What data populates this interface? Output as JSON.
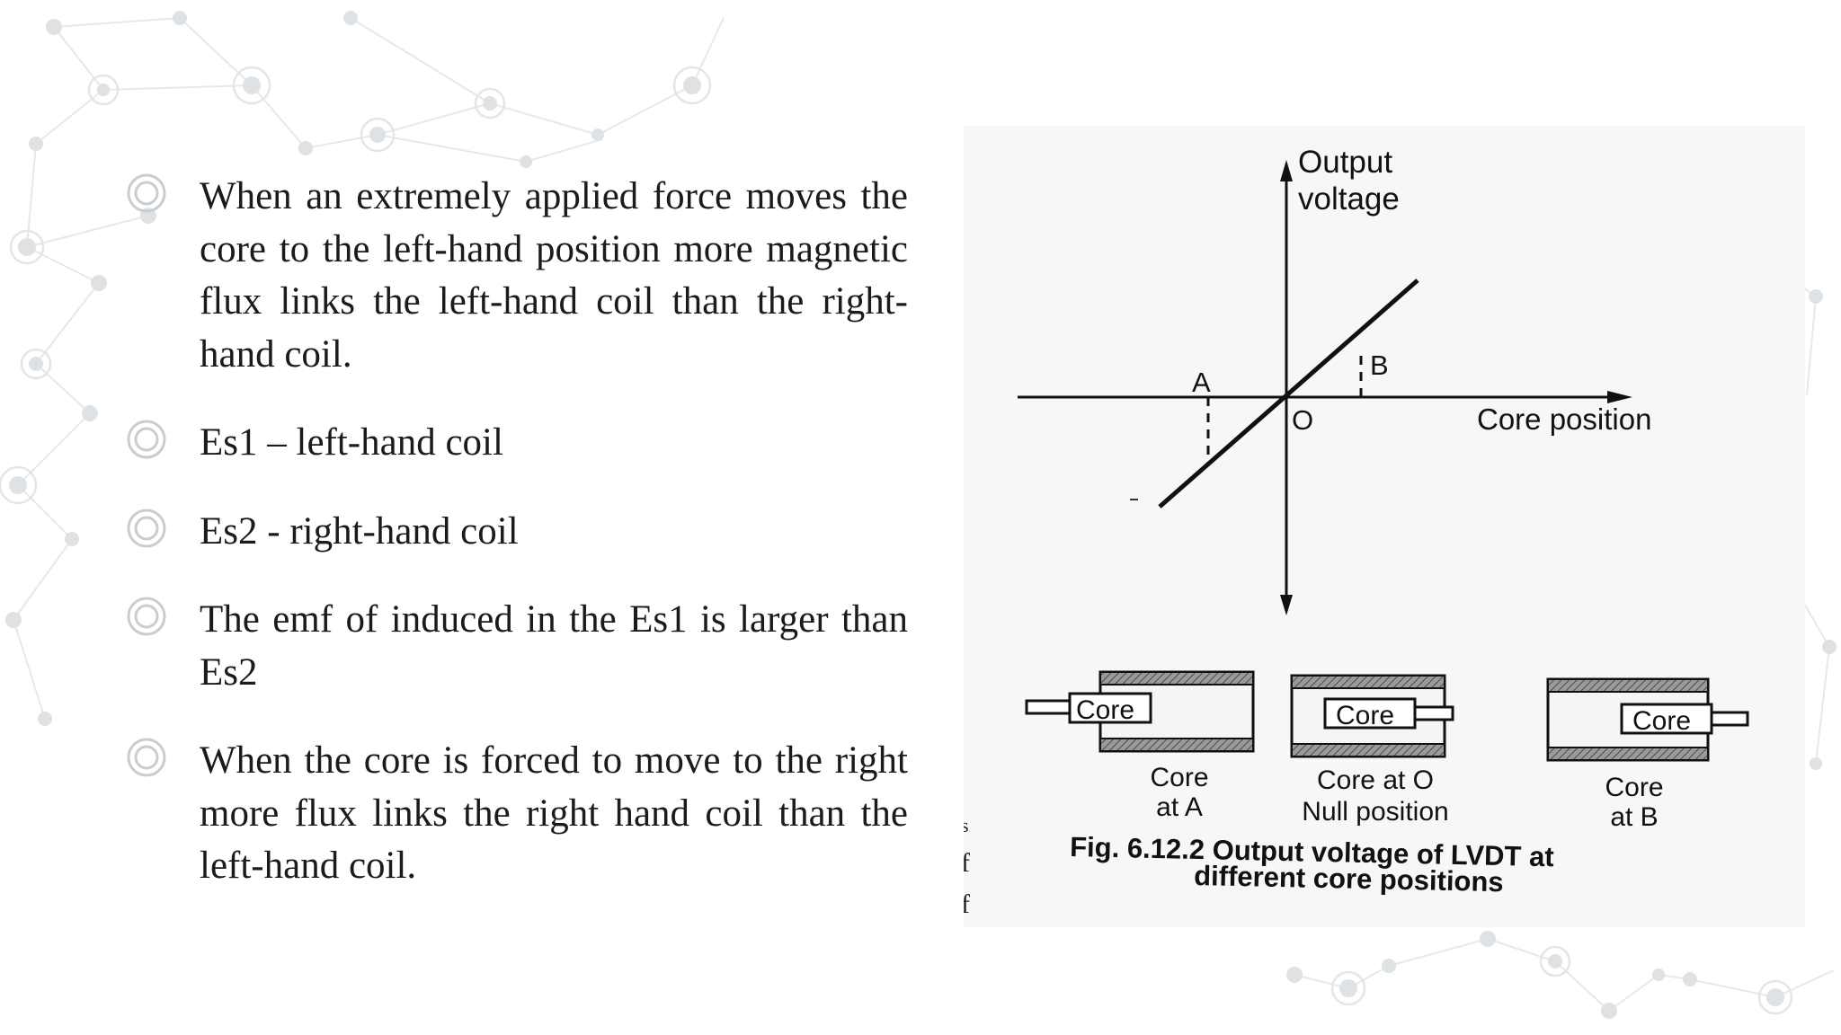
{
  "bullets": [
    {
      "text": "When an extremely applied force moves the core to the left-hand position more magnetic flux links the left-hand coil than the right-hand coil."
    },
    {
      "text": "Es1 –  left-hand coil"
    },
    {
      "text": "Es2 - right-hand coil"
    },
    {
      "text": "The emf of induced in the Es1 is larger than Es2"
    },
    {
      "text": "When the core is forced to move to the right more flux links the right hand coil than the left-hand coil."
    }
  ],
  "figure": {
    "y_axis_label_line1": "Output",
    "y_axis_label_line2": "voltage",
    "x_axis_label": "Core position",
    "point_a": "A",
    "point_b": "B",
    "origin": "O",
    "core_word": "Core",
    "core_a_line1": "Core",
    "core_a_line2": "at A",
    "core_o_line1": "Core at O",
    "core_o_line2": "Null position",
    "core_b_line1": "Core",
    "core_b_line2": "at B",
    "caption_line1": "Fig. 6.12.2 Output voltage of LVDT at",
    "caption_line2": "different core positions",
    "margin_marks": [
      "s",
      "f",
      "f"
    ]
  },
  "colors": {
    "network_light": "#e3e6e8",
    "network_dot": "#d2d6d9",
    "bullet_icon": "#c9cdd0",
    "text": "#1b1b1b"
  }
}
